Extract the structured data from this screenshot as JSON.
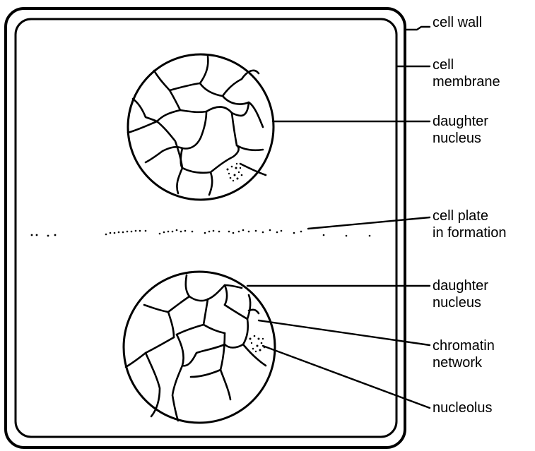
{
  "labels": {
    "cell_wall": "cell wall",
    "cell_membrane": [
      "cell",
      "membrane"
    ],
    "daughter_nucleus_top": [
      "daughter",
      "nucleus"
    ],
    "cell_plate": [
      "cell plate",
      "in formation"
    ],
    "daughter_nucleus_bottom": [
      "daughter",
      "nucleus"
    ],
    "chromatin_network": [
      "chromatin",
      "network"
    ],
    "nucleolus": "nucleolus"
  },
  "colors": {
    "ink": "#000000",
    "background": "#ffffff"
  }
}
